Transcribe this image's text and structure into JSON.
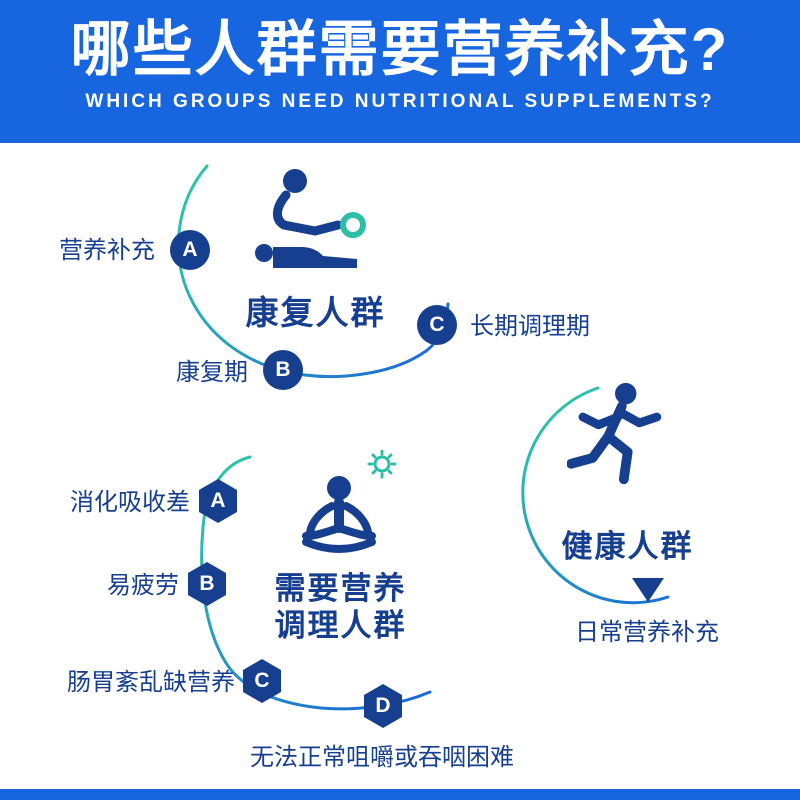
{
  "header": {
    "title": "哪些人群需要营养补充?",
    "subtitle": "WHICH GROUPS NEED NUTRITIONAL SUPPLEMENTS?"
  },
  "colors": {
    "banner_blue": "#1766e0",
    "navy": "#173f8f",
    "teal": "#2cbfa6"
  },
  "groups": {
    "recovery": {
      "title": "康复人群",
      "badges": [
        {
          "letter": "A",
          "label": "营养补充"
        },
        {
          "letter": "B",
          "label": "康复期"
        },
        {
          "letter": "C",
          "label": "长期调理期"
        }
      ]
    },
    "conditioning": {
      "title_line1": "需要营养",
      "title_line2": "调理人群",
      "badges": [
        {
          "letter": "A",
          "label": "消化吸收差"
        },
        {
          "letter": "B",
          "label": "易疲劳"
        },
        {
          "letter": "C",
          "label": "肠胃紊乱缺营养"
        },
        {
          "letter": "D",
          "label": "无法正常咀嚼或吞咽困难"
        }
      ]
    },
    "healthy": {
      "title": "健康人群",
      "note": "日常营养补充"
    }
  }
}
